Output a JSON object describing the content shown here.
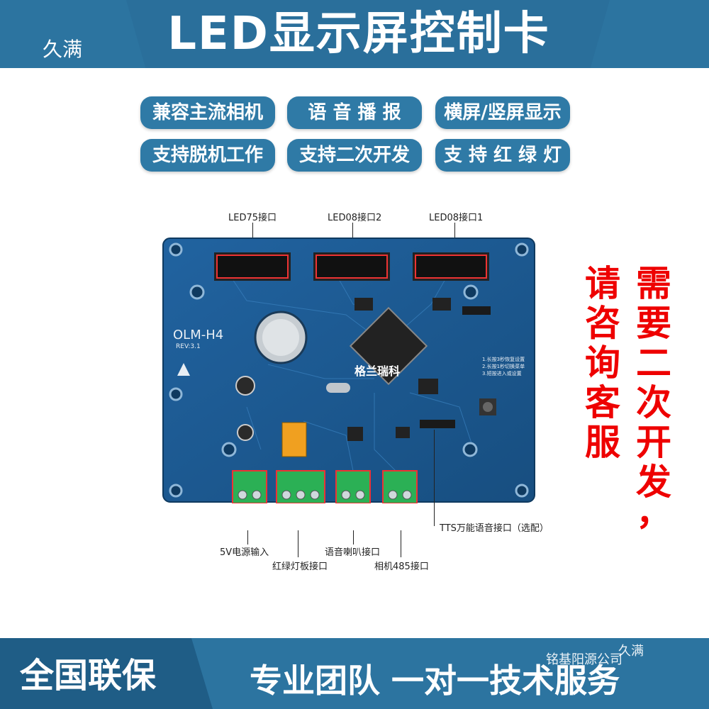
{
  "header": {
    "brand": "久满",
    "title": "LED显示屏控制卡"
  },
  "features": [
    "兼容主流相机",
    "语 音 播 报",
    "横屏/竖屏显示",
    "支持脱机工作",
    "支持二次开发",
    "支 持 红 绿 灯"
  ],
  "board": {
    "model": "OLM-H4",
    "rev": "REV:3.1",
    "chip_logo": "格兰瑞科",
    "note_lines": [
      "1.长按3秒恢复设置",
      "2.长按1秒切换菜单",
      "3.短按进入或设置"
    ],
    "callouts": {
      "led75": "LED75接口",
      "led08_2": "LED08接口2",
      "led08_1": "LED08接口1",
      "tts": "TTS万能语音接口（选配）",
      "power": "5V电源输入",
      "traffic": "红绿灯板接口",
      "speaker": "语音喇叭接口",
      "camera": "相机485接口"
    }
  },
  "side_text": {
    "col1": [
      "请",
      "咨",
      "询",
      "客",
      "服"
    ],
    "col2": [
      "需",
      "要",
      "二",
      "次",
      "开",
      "发",
      "，"
    ]
  },
  "footer": {
    "left": "全国联保",
    "right": "专业团队 一对一技术服务",
    "watermark_top": "久满",
    "watermark_bottom": "铭基阳源公司"
  },
  "colors": {
    "header_blue": "#2c74a0",
    "pcb_blue": "#1f5a8c",
    "connector_green": "#2bb055",
    "highlight_red": "#e00000"
  }
}
